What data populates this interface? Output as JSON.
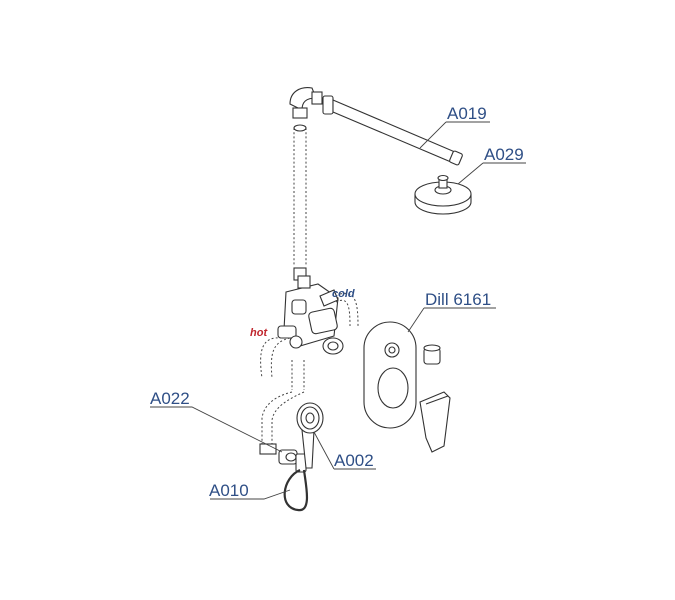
{
  "callouts": {
    "a019": "A019",
    "a029": "A029",
    "dill": "Dill 6161",
    "a022": "A022",
    "a002": "A002",
    "a010": "A010"
  },
  "tags": {
    "hot": "hot",
    "cold": "cold"
  },
  "colors": {
    "callout_text": "#2f4f86",
    "hot_text": "#c0262d",
    "cold_text": "#2f4f86",
    "line_art": "#333333"
  }
}
